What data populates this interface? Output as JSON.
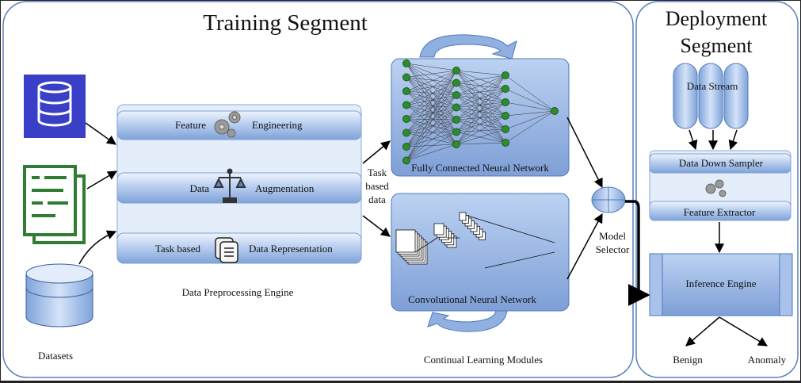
{
  "training": {
    "title": "Training Segment",
    "datasets_label": "Datasets",
    "preproc_caption": "Data Preprocessing Engine",
    "bands": [
      {
        "left": "Feature",
        "right": "Engineering",
        "icon": "gears-icon"
      },
      {
        "left": "Data",
        "right": "Augmentation",
        "icon": "balance-scale-icon"
      },
      {
        "left": "Task based",
        "right": "Data Representation",
        "icon": "documents-icon"
      }
    ],
    "task_data": [
      "Task",
      "based",
      "data"
    ],
    "fcnn_label": "Fully Connected  Neural Network",
    "cnn_label": "Convolutional  Neural Network",
    "continual_caption": "Continual  Learning Modules",
    "selector": [
      "Model",
      "Selector"
    ]
  },
  "deployment": {
    "title": [
      "Deployment",
      "Segment"
    ],
    "data_stream": "Data Stream",
    "down_sampler": "Data Down Sampler",
    "feature_extractor": "Feature Extractor",
    "inference_engine": "Inference Engine",
    "outputs": [
      "Benign",
      "Anomaly"
    ]
  },
  "colors": {
    "accent_blue": "#5b86c8",
    "light_blue": "#cfe0f5",
    "mid_blue": "#8fb0e0",
    "db_icon": "#3a3fc8",
    "doc_icon": "#2e7d32",
    "node_green": "#2e8b2e"
  }
}
